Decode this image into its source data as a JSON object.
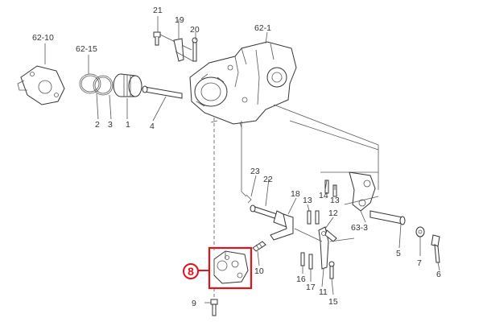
{
  "highlight": {
    "label": "8",
    "color": "#e0131b"
  },
  "callouts": {
    "c1": "62-10",
    "c2": "62-15",
    "c3": "2",
    "c4": "3",
    "c5": "1",
    "c6": "4",
    "c7": "21",
    "c8": "19",
    "c9": "20",
    "c10": "62-1",
    "c11": "23",
    "c12": "22",
    "c13": "18",
    "c14": "13",
    "c15": "14",
    "c16": "13",
    "c17": "12",
    "c18": "63-3",
    "c19": "5",
    "c20": "7",
    "c21": "6",
    "c22": "10",
    "c23": "16",
    "c24": "17",
    "c25": "11",
    "c26": "15",
    "c27": "9"
  }
}
